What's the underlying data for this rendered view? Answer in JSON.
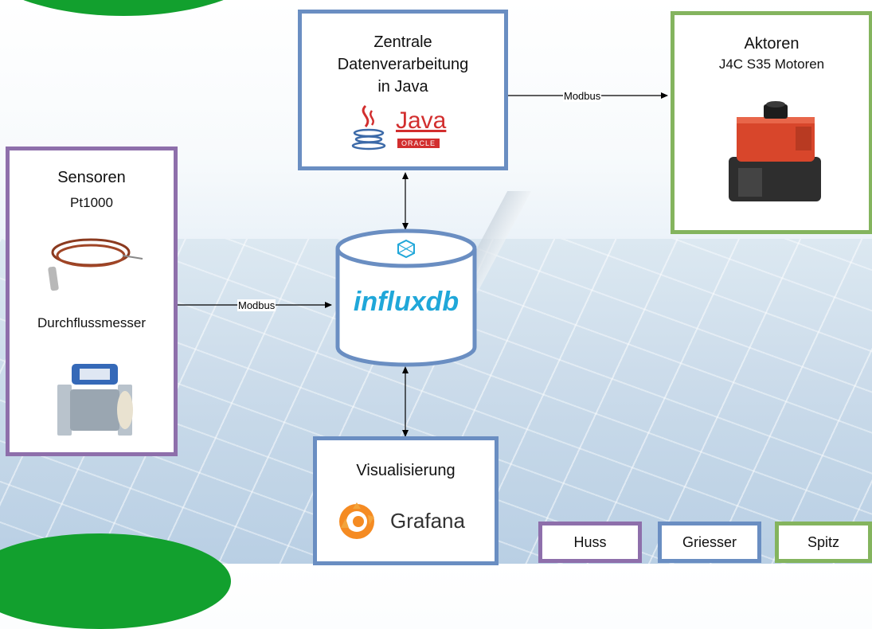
{
  "java_box": {
    "lines": [
      "Zentrale",
      "Datenverarbeitung",
      "in Java"
    ],
    "logo_text": "Java",
    "logo_subtext": "ORACLE"
  },
  "actor_box": {
    "title": "Aktoren",
    "subtitle": "J4C S35 Motoren"
  },
  "sensor_box": {
    "title": "Sensoren",
    "sensor1": "Pt1000",
    "sensor2": "Durchflussmesser"
  },
  "database": {
    "label": "influxdb"
  },
  "viz_box": {
    "title": "Visualisierung",
    "logo_text": "Grafana"
  },
  "connections": {
    "java_actor": "Modbus",
    "sensor_db": "Modbus"
  },
  "legend": {
    "huss": "Huss",
    "griesser": "Griesser",
    "spitz": "Spitz"
  },
  "colors": {
    "purple": "#8e6fab",
    "blue": "#6a8ec2",
    "green": "#84b45e",
    "influx": "#20a7d9",
    "corner_green": "#12a02e"
  }
}
